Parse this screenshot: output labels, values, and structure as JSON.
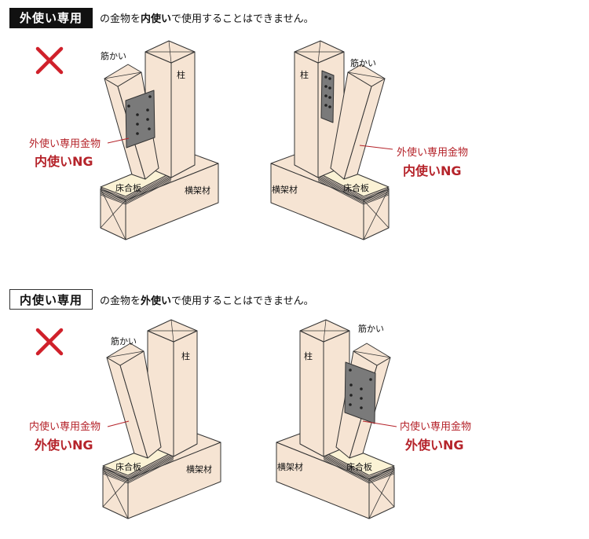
{
  "section1": {
    "badge": "外使い専用",
    "text_a": "の金物を",
    "text_bold": "内使い",
    "text_b": "で使用することはできません。",
    "left": {
      "brace": "筋かい",
      "post": "柱",
      "floor": "床合板",
      "beam": "横架材",
      "hardware": "外使い専用金物",
      "ng": "内使いNG"
    },
    "right": {
      "brace": "筋かい",
      "post": "柱",
      "floor": "床合板",
      "beam": "横架材",
      "hardware": "外使い専用金物",
      "ng": "内使いNG"
    }
  },
  "section2": {
    "badge": "内使い専用",
    "text_a": "の金物を",
    "text_bold": "外使い",
    "text_b": "で使用することはできません。",
    "left": {
      "brace": "筋かい",
      "post": "柱",
      "floor": "床合板",
      "beam": "横架材",
      "hardware": "内使い専用金物",
      "ng": "外使いNG"
    },
    "right": {
      "brace": "筋かい",
      "post": "柱",
      "floor": "床合板",
      "beam": "横架材",
      "hardware": "内使い専用金物",
      "ng": "外使いNG"
    }
  },
  "colors": {
    "wood": "#f6e4d3",
    "floor": "#fbf2d5",
    "plate": "#7a7a7a",
    "accent": "#b5232a",
    "stroke": "#333333"
  }
}
